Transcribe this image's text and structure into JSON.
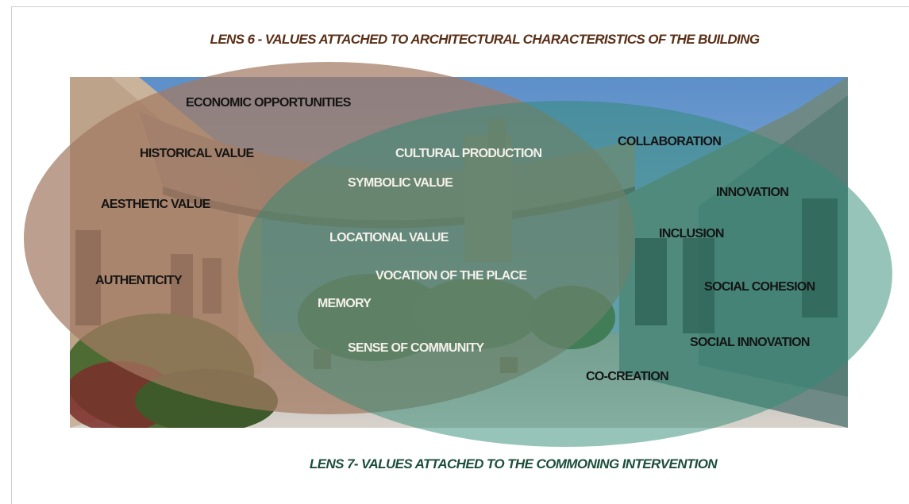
{
  "lens6_title": "LENS  6 - VALUES ATTACHED TO ARCHITECTURAL CHARACTERISTICS OF THE BUILDING",
  "lens7_title": "LENS 7- VALUES ATTACHED TO THE COMMONING INTERVENTION",
  "colors": {
    "lens6_ellipse": "#a27a62",
    "lens7_ellipse": "#2f8a73",
    "lens6_title": "#5a2f17",
    "lens7_title": "#1d4e3c"
  },
  "labels": {
    "economic_opportunities": "ECONOMIC OPPORTUNITIES",
    "historical_value": "HISTORICAL VALUE",
    "aesthetic_value": "AESTHETIC VALUE",
    "authenticity": "AUTHENTICITY",
    "cultural_production": "CULTURAL PRODUCTION",
    "symbolic_value": "SYMBOLIC VALUE",
    "locational_value": "LOCATIONAL VALUE",
    "vocation_of_the_place": "VOCATION OF THE PLACE",
    "memory": "MEMORY",
    "sense_of_community": "SENSE OF COMMUNITY",
    "collaboration": "COLLABORATION",
    "innovation": "INNOVATION",
    "inclusion": "INCLUSION",
    "social_cohesion": "SOCIAL COHESION",
    "social_innovation": "SOCIAL INNOVATION",
    "co_creation": "CO-CREATION"
  }
}
